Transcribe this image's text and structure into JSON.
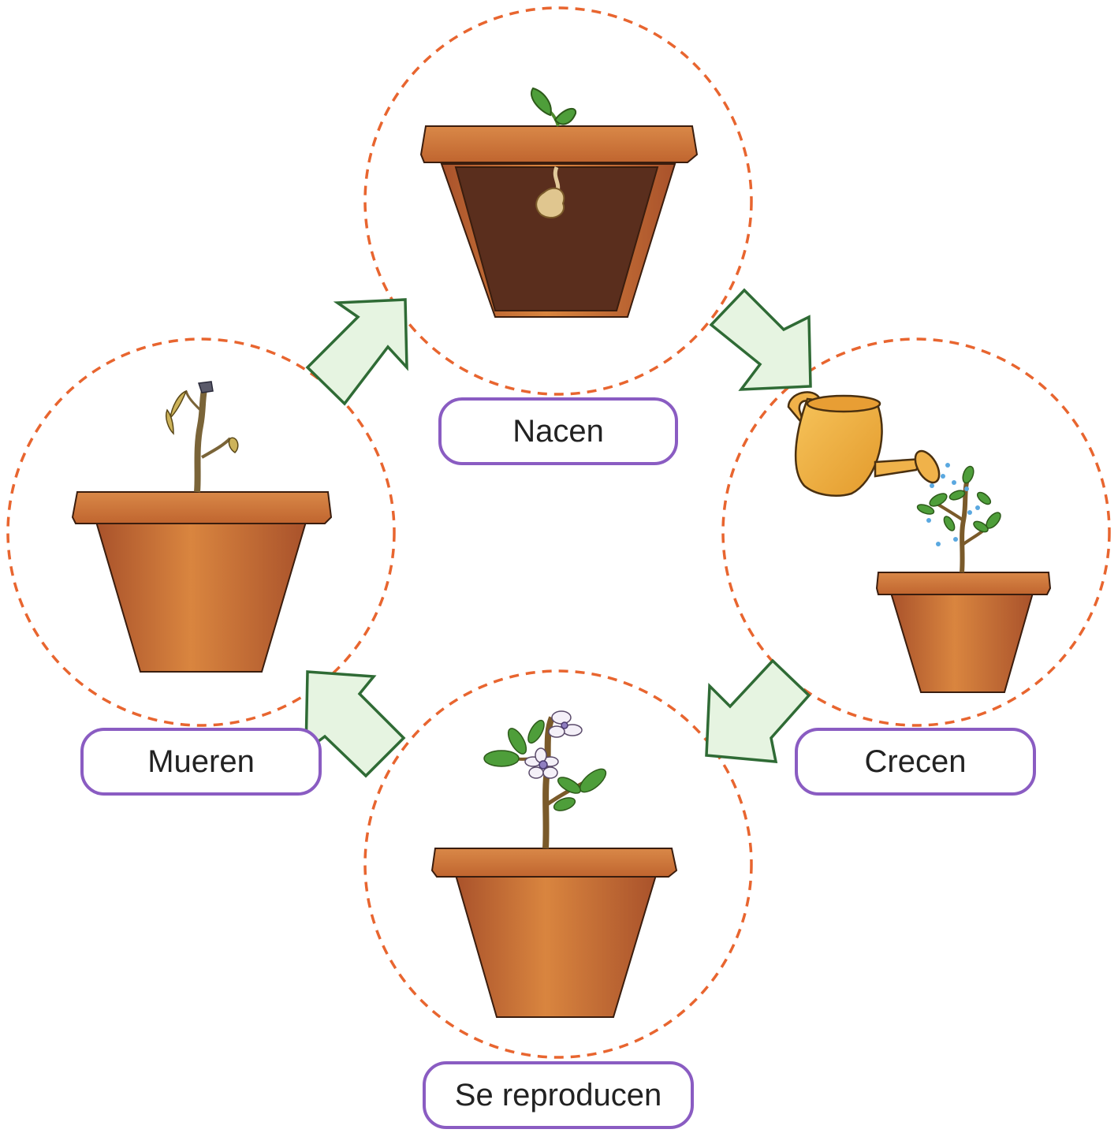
{
  "diagram": {
    "stages": [
      {
        "id": "nacen",
        "label": "Nacen",
        "icon": "seedling-pot-icon"
      },
      {
        "id": "crecen",
        "label": "Crecen",
        "icon": "watering-can-plant-icon"
      },
      {
        "id": "se-reproducen",
        "label": "Se reproducen",
        "icon": "flowering-plant-pot-icon"
      },
      {
        "id": "mueren",
        "label": "Mueren",
        "icon": "wilted-plant-pot-icon"
      }
    ],
    "colors": {
      "circle_dash": "#e8652f",
      "arrow_fill": "#e6f4e1",
      "arrow_stroke": "#2f6b35",
      "label_border": "#8a5cc2",
      "pot": "#c96d3a",
      "leaf": "#4e9e3a"
    }
  }
}
